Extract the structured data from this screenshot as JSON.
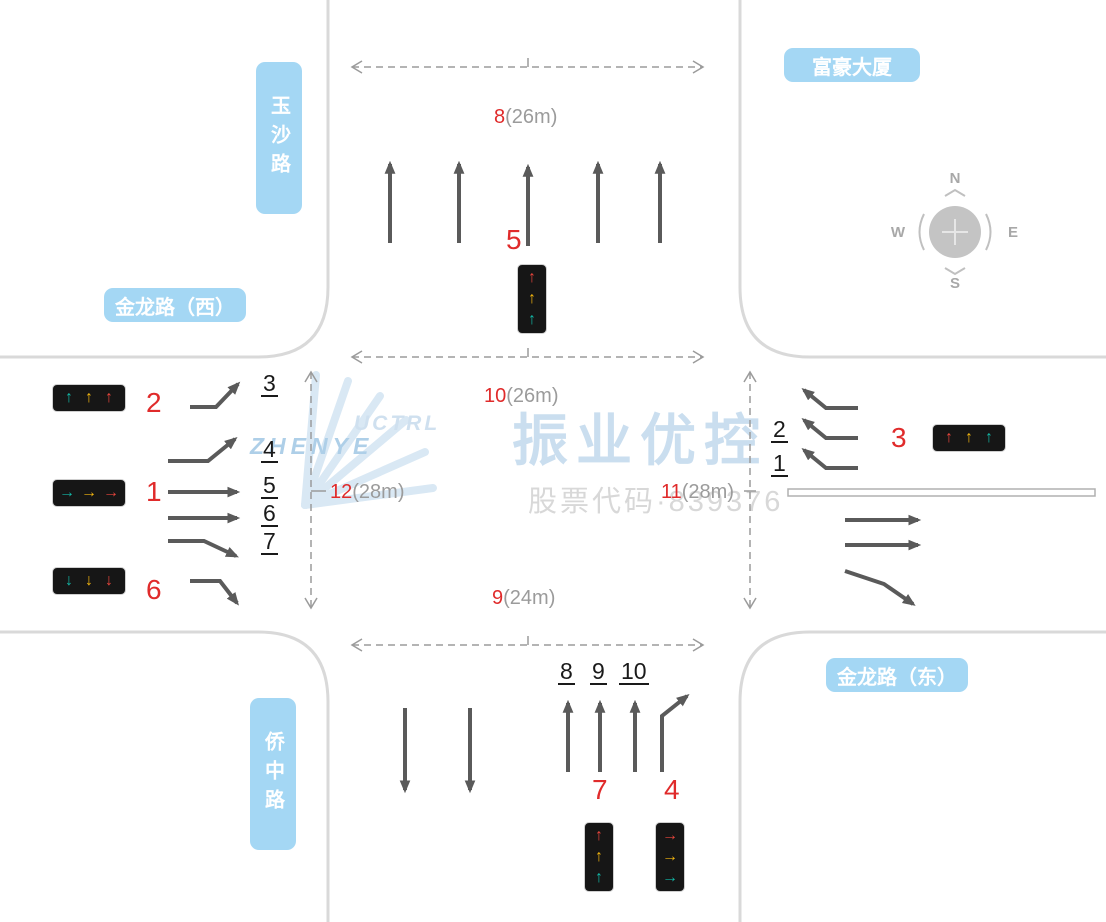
{
  "roads": {
    "north": "玉沙路",
    "west": "金龙路（西）",
    "east": "金龙路（东）",
    "south": "侨中路",
    "building_ne": "富豪大厦"
  },
  "compass": {
    "n": "N",
    "e": "E",
    "s": "S",
    "w": "W"
  },
  "watermark": {
    "brand": "振业优控",
    "stock": "股票代码·839376",
    "logo_line1": "ZHENYE",
    "logo_line2": "UCTRL"
  },
  "measurements": {
    "north": {
      "num": "8",
      "len": "(26m)"
    },
    "center": {
      "num": "10",
      "len": "(26m)"
    },
    "south": {
      "num": "9",
      "len": "(24m)"
    },
    "west_v": {
      "num": "12",
      "len": "(28m)"
    },
    "east_v": {
      "num": "11",
      "len": "(28m)"
    }
  },
  "group_labels": {
    "g1": "1",
    "g2": "2",
    "g3": "3",
    "g4": "4",
    "g5": "5",
    "g6": "6",
    "g7": "7"
  },
  "lane_labels": {
    "west": [
      "3",
      "4",
      "5",
      "6",
      "7"
    ],
    "east": [
      "2",
      "1"
    ],
    "south": [
      "8",
      "9",
      "10"
    ]
  },
  "colors": {
    "group_number_red": "#e02b2b",
    "measure_gray": "#9b9b9b",
    "road_label_blue": "#a4d7f4",
    "road_edge_gray": "#d9d9d9",
    "lane_arrow_gray": "#5a5a5a",
    "signal_red": "#e8453c",
    "signal_yellow": "#f2b50f",
    "signal_teal": "#12b7a6"
  },
  "signal_boxes": {
    "box1": {
      "arrows": [
        {
          "glyph": "→",
          "style": "color:#12b7a6"
        },
        {
          "glyph": "→",
          "style": "color:#f2b50f"
        },
        {
          "glyph": "→",
          "style": "color:#e8453c"
        }
      ]
    },
    "box2": {
      "arrows": [
        {
          "glyph": "↑",
          "style": "color:#12b7a6"
        },
        {
          "glyph": "↑",
          "style": "color:#f2b50f"
        },
        {
          "glyph": "↑",
          "style": "color:#e8453c"
        }
      ]
    },
    "box3": {
      "arrows": [
        {
          "glyph": "↑",
          "style": "color:#e8453c"
        },
        {
          "glyph": "↑",
          "style": "color:#f2b50f"
        },
        {
          "glyph": "↑",
          "style": "color:#12b7a6"
        }
      ]
    },
    "box4": {
      "arrows": [
        {
          "glyph": "→",
          "style": "color:#e8453c"
        },
        {
          "glyph": "→",
          "style": "color:#f2b50f"
        },
        {
          "glyph": "→",
          "style": "color:#12b7a6"
        }
      ]
    },
    "box5": {
      "arrows": [
        {
          "glyph": "↑",
          "style": "color:#e8453c"
        },
        {
          "glyph": "↑",
          "style": "color:#f2b50f"
        },
        {
          "glyph": "↑",
          "style": "color:#12b7a6"
        }
      ]
    },
    "box6": {
      "arrows": [
        {
          "glyph": "↓",
          "style": "color:#12b7a6"
        },
        {
          "glyph": "↓",
          "style": "color:#f2b50f"
        },
        {
          "glyph": "↓",
          "style": "color:#e8453c"
        }
      ]
    },
    "box7": {
      "arrows": [
        {
          "glyph": "↑",
          "style": "color:#e8453c"
        },
        {
          "glyph": "↑",
          "style": "color:#f2b50f"
        },
        {
          "glyph": "↑",
          "style": "color:#12b7a6"
        }
      ]
    }
  }
}
